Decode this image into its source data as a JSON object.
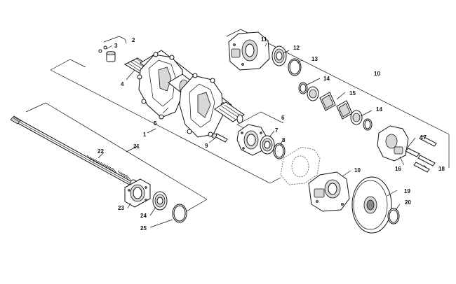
{
  "callouts": [
    {
      "id": "c1",
      "label": "1"
    },
    {
      "id": "c2",
      "label": "2"
    },
    {
      "id": "c3",
      "label": "3"
    },
    {
      "id": "c4",
      "label": "4"
    },
    {
      "id": "c5",
      "label": "5"
    },
    {
      "id": "c6",
      "label": "6"
    },
    {
      "id": "c7",
      "label": "7"
    },
    {
      "id": "c8",
      "label": "8"
    },
    {
      "id": "c9",
      "label": "9"
    },
    {
      "id": "c10a",
      "label": "10"
    },
    {
      "id": "c10b",
      "label": "10"
    },
    {
      "id": "c11",
      "label": "11"
    },
    {
      "id": "c12",
      "label": "12"
    },
    {
      "id": "c13",
      "label": "13"
    },
    {
      "id": "c14a",
      "label": "14"
    },
    {
      "id": "c14b",
      "label": "14"
    },
    {
      "id": "c15",
      "label": "15"
    },
    {
      "id": "c16",
      "label": "16"
    },
    {
      "id": "c17",
      "label": "17"
    },
    {
      "id": "c18",
      "label": "18"
    },
    {
      "id": "c19",
      "label": "19"
    },
    {
      "id": "c20",
      "label": "20"
    },
    {
      "id": "c21",
      "label": "21"
    },
    {
      "id": "c22",
      "label": "22"
    },
    {
      "id": "c23",
      "label": "23"
    },
    {
      "id": "c24",
      "label": "24"
    },
    {
      "id": "c25",
      "label": "25"
    }
  ]
}
